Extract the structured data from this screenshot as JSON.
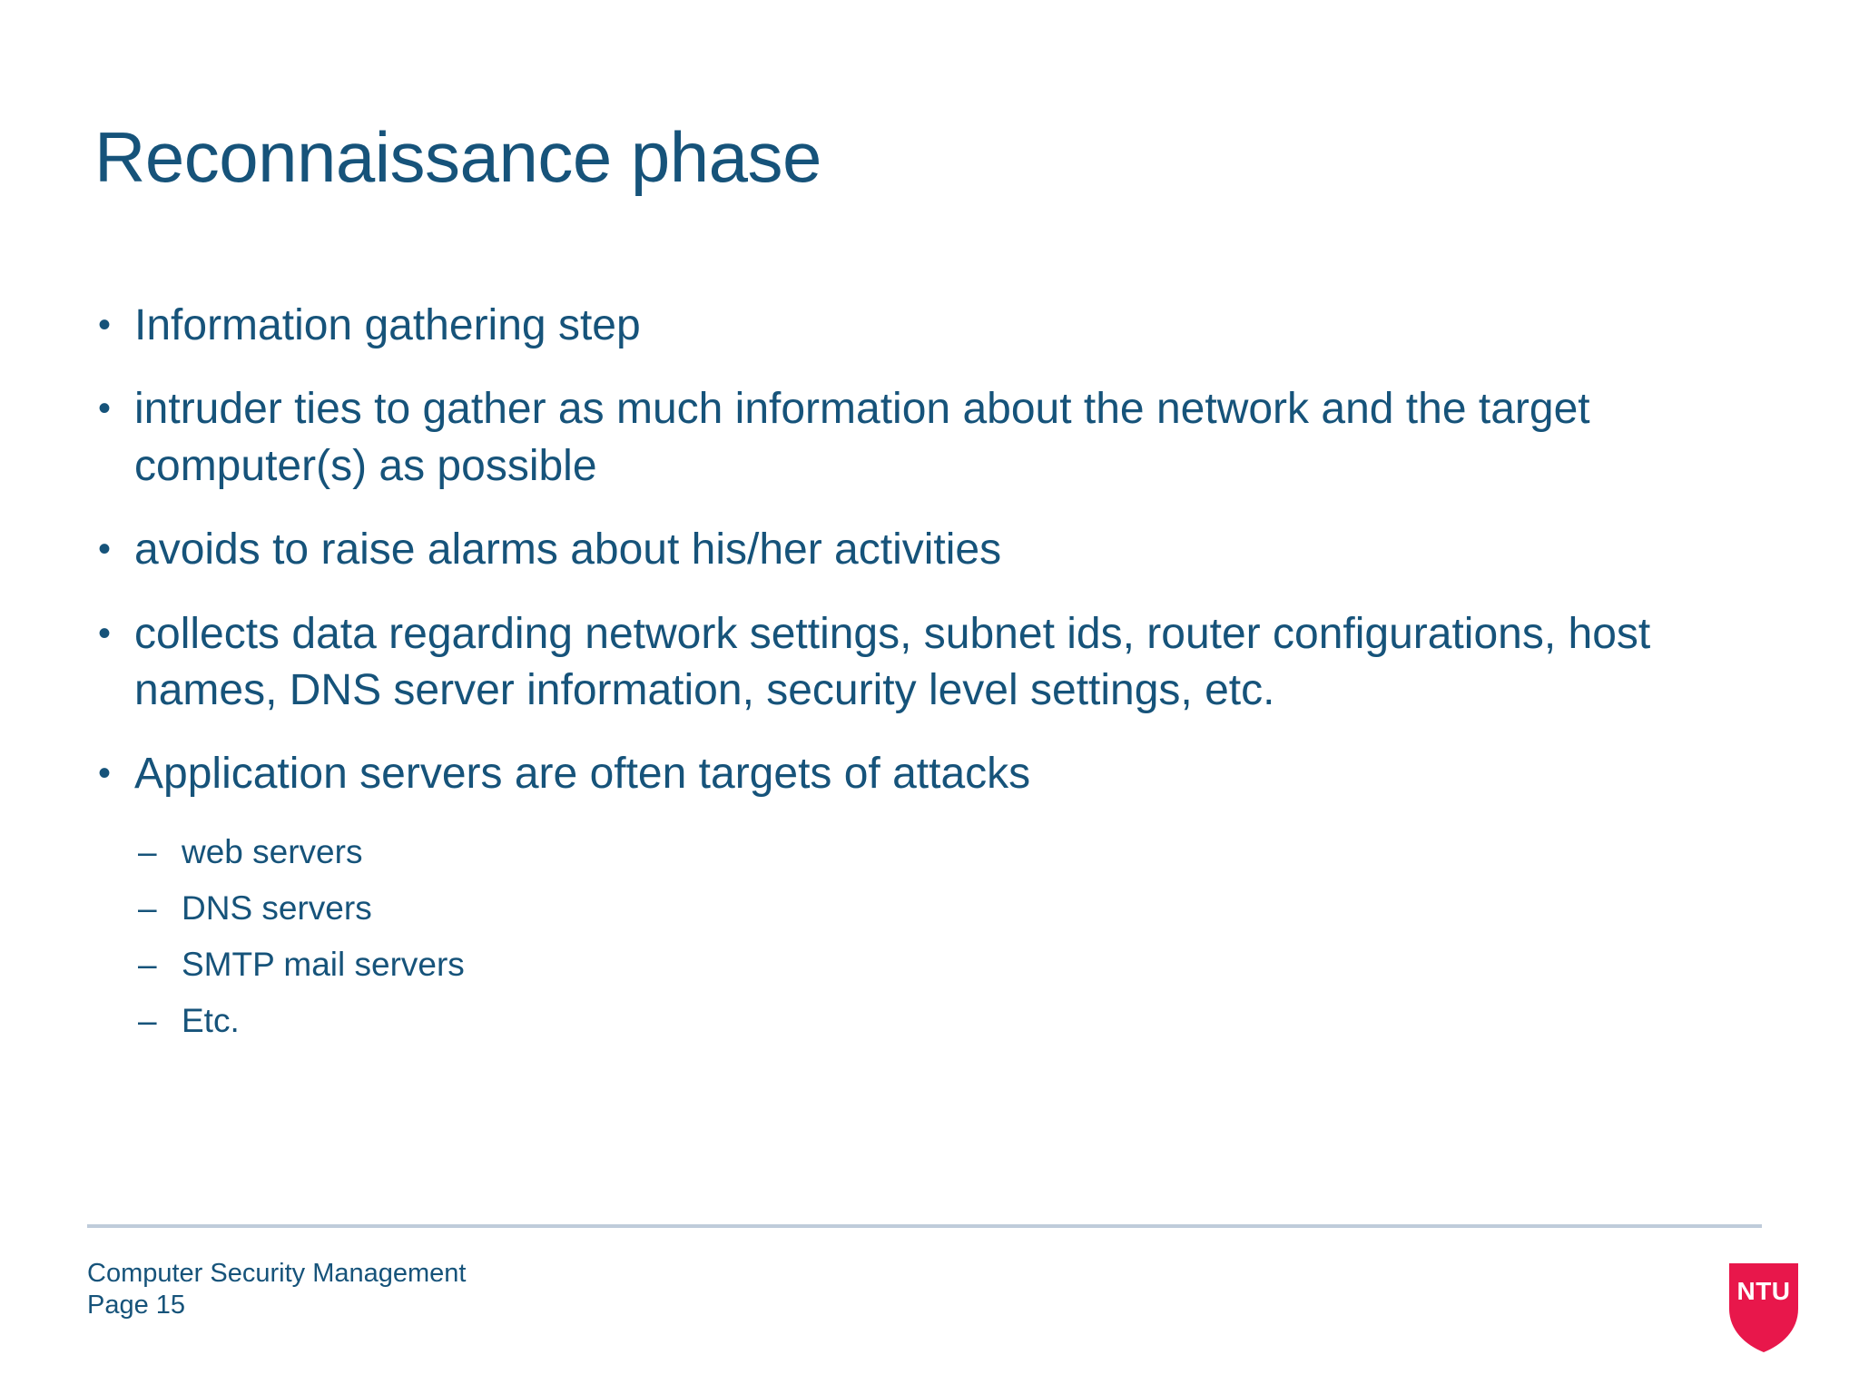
{
  "slide": {
    "title": "Reconnaissance phase",
    "accent_color": "#16537A",
    "background_color": "#ffffff",
    "rule_color": "#BFCCDA",
    "bullet_marker": "•",
    "sub_bullet_marker": "–",
    "bullets": [
      {
        "text": "Information gathering step",
        "children": []
      },
      {
        "text": "intruder ties to gather as much information about the network and the target computer(s) as possible",
        "children": []
      },
      {
        "text": "avoids to raise alarms about his/her activities",
        "children": []
      },
      {
        "text": "collects data regarding network settings, subnet ids, router configurations, host names, DNS server information, security level settings, etc.",
        "children": []
      },
      {
        "text": "Application servers are often targets of attacks",
        "children": [
          "web servers",
          "DNS servers",
          "SMTP mail servers",
          "Etc."
        ]
      }
    ]
  },
  "footer": {
    "course": "Computer Security Management",
    "page": "Page 15"
  },
  "logo": {
    "text": "NTU",
    "shield_color": "#E8174B",
    "text_color": "#ffffff"
  }
}
